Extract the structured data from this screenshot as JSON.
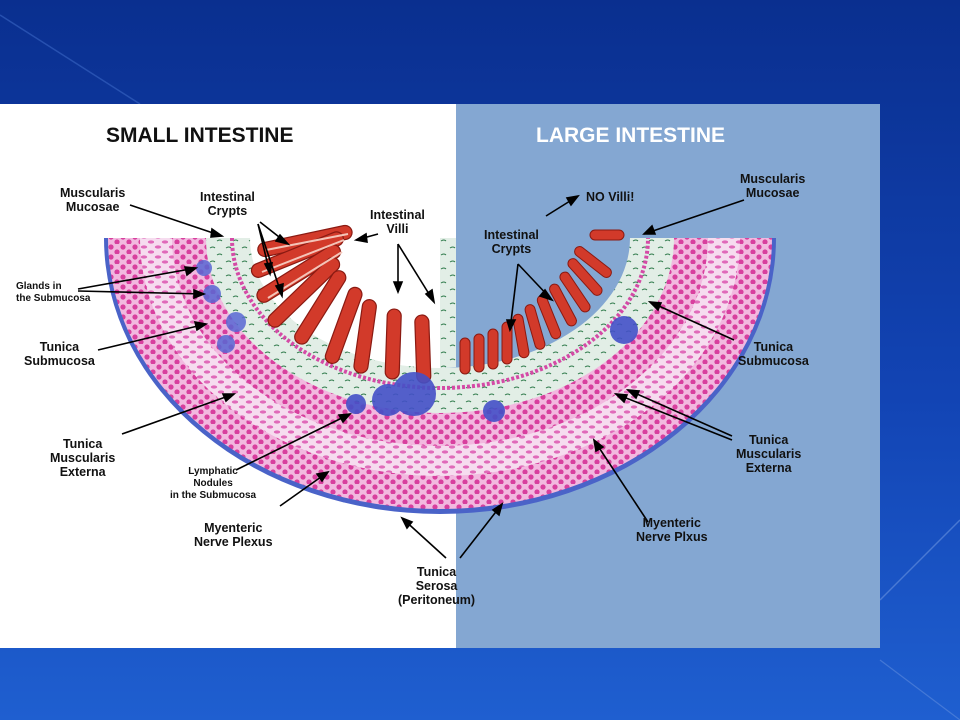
{
  "slide": {
    "colors": {
      "background_top": "#0a2f8f",
      "background_bottom": "#1f5fd0",
      "left_panel": "#ffffff",
      "right_panel": "#84a7d2",
      "muscle_pink": "#e26fbf",
      "villi_red": "#d23a2a",
      "submucosa": "#dfece3",
      "lymph_blue": "#4450c8"
    }
  },
  "diagram": {
    "title_small": "SMALL INTESTINE",
    "title_large": "LARGE INTESTINE",
    "labels": {
      "sm_muscularis_mucosae": "Muscularis\nMucosae",
      "sm_intestinal_crypts": "Intestinal\nCrypts",
      "sm_intestinal_villi": "Intestinal\nVilli",
      "sm_glands": "Glands in\nthe Submucosa",
      "sm_tunica_submucosa": "Tunica\nSubmucosa",
      "sm_tunica_muscularis_externa": "Tunica\nMuscularis\nExterna",
      "sm_lymphatic_nodules": "Lymphatic\nNodules\nin the Submucosa",
      "sm_myenteric_plexus": "Myenteric\nNerve Plexus",
      "serosa": "Tunica\nSerosa\n(Peritoneum)",
      "lg_no_villi": "NO Villi!",
      "lg_muscularis_mucosae": "Muscularis\nMucosae",
      "lg_intestinal_crypts": "Intestinal\nCrypts",
      "lg_tunica_submucosa": "Tunica\nSubmucosa",
      "lg_tunica_muscularis_externa": "Tunica\nMuscularis\nExterna",
      "lg_myenteric_plexus": "Myenteric\nNerve Plxus"
    }
  }
}
